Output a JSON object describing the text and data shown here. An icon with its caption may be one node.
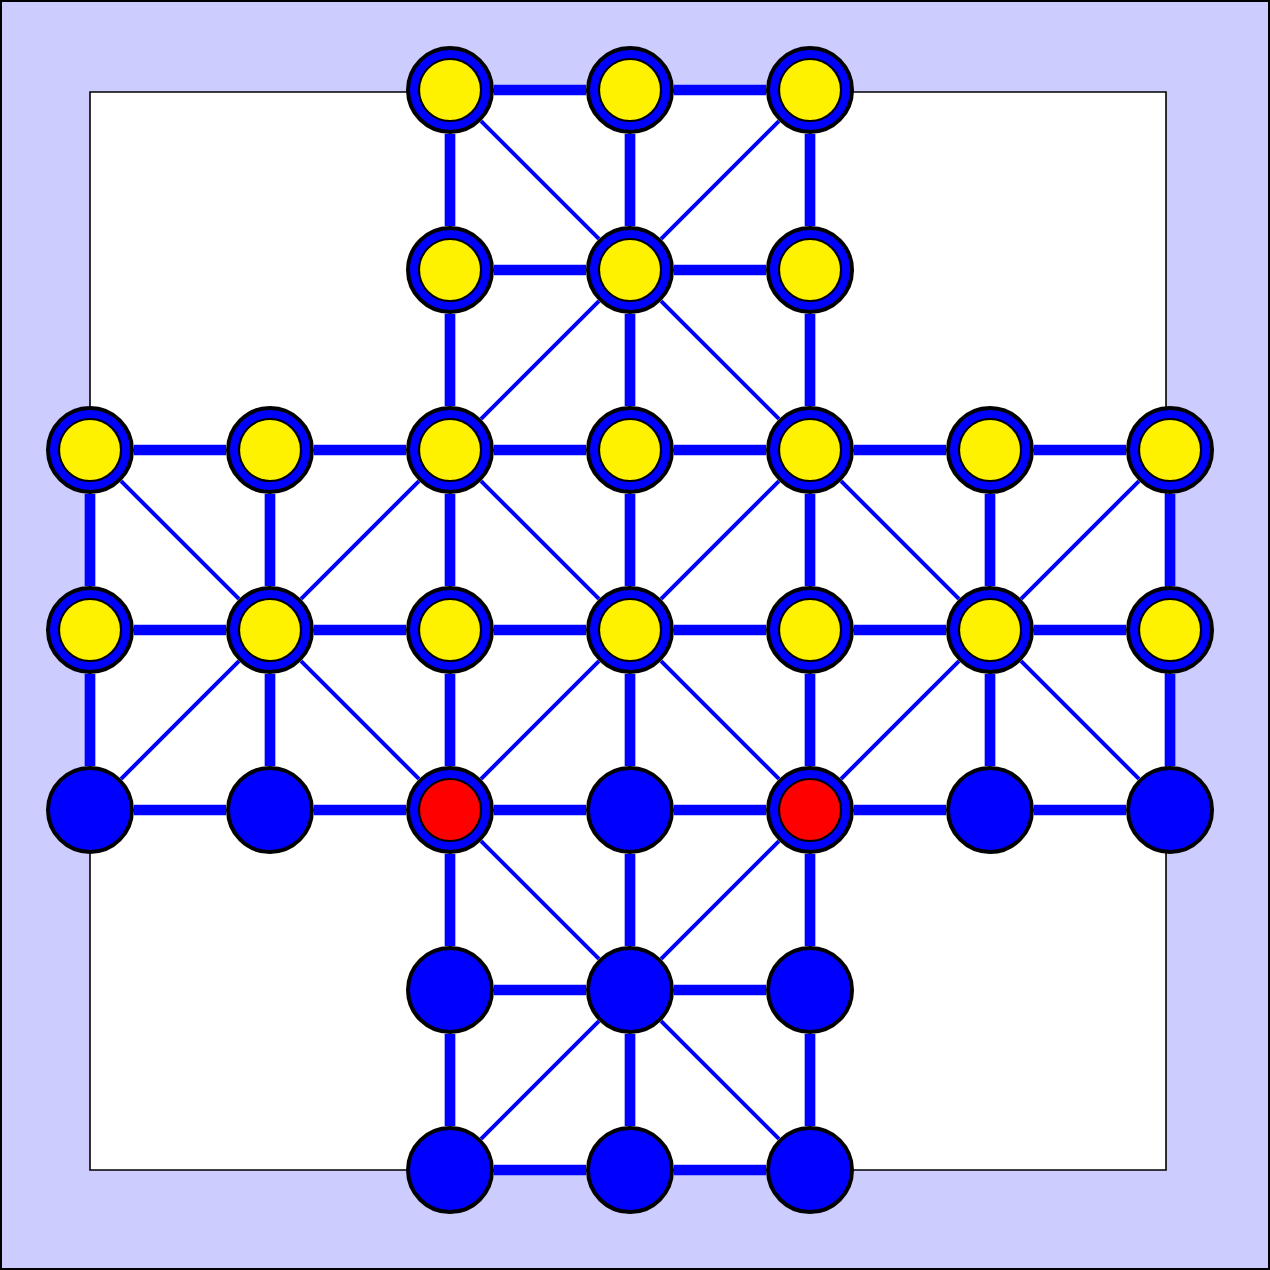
{
  "diagram": {
    "nodes": [
      {
        "text": [],
        "shape": "circle"
      },
      {
        "text": [],
        "shape": "circle"
      },
      {
        "text": [],
        "shape": "circle"
      },
      {
        "text": [],
        "shape": "circle"
      },
      {
        "text": [],
        "shape": "circle"
      },
      {
        "text": [],
        "shape": "circle"
      },
      {
        "text": [],
        "shape": "circle"
      },
      {
        "text": [],
        "shape": "circle"
      },
      {
        "text": [],
        "shape": "circle"
      },
      {
        "text": [],
        "shape": "circle"
      },
      {
        "text": [],
        "shape": "circle"
      },
      {
        "text": [],
        "shape": "circle"
      },
      {
        "text": [],
        "shape": "circle"
      },
      {
        "text": [],
        "shape": "circle"
      },
      {
        "text": [],
        "shape": "circle"
      },
      {
        "text": [],
        "shape": "circle"
      },
      {
        "text": [],
        "shape": "circle"
      },
      {
        "text": [],
        "shape": "circle"
      },
      {
        "text": [],
        "shape": "circle"
      },
      {
        "text": [],
        "shape": "circle"
      },
      {
        "text": [],
        "shape": "circle"
      },
      {
        "text": [],
        "shape": "circle"
      },
      {
        "text": [],
        "shape": "circle"
      },
      {
        "text": [],
        "shape": "circle"
      },
      {
        "text": [],
        "shape": "circle"
      },
      {
        "text": [],
        "shape": "circle"
      },
      {
        "text": [],
        "shape": "circle"
      },
      {
        "text": [],
        "shape": "circle"
      },
      {
        "text": [],
        "shape": "circle"
      },
      {
        "text": [],
        "shape": "circle"
      },
      {
        "text": [],
        "shape": "circle"
      },
      {
        "text": [],
        "shape": "circle"
      },
      {
        "text": [],
        "shape": "circle"
      }
    ],
    "edges": [
      {
        "from": 0,
        "to": 1,
        "arrow": "none"
      },
      {
        "from": 1,
        "to": 2,
        "arrow": "none"
      },
      {
        "from": 3,
        "to": 4,
        "arrow": "none"
      },
      {
        "from": 4,
        "to": 5,
        "arrow": "none"
      },
      {
        "from": 6,
        "to": 7,
        "arrow": "none"
      },
      {
        "from": 7,
        "to": 8,
        "arrow": "none"
      },
      {
        "from": 8,
        "to": 9,
        "arrow": "none"
      },
      {
        "from": 9,
        "to": 10,
        "arrow": "none"
      },
      {
        "from": 10,
        "to": 11,
        "arrow": "none"
      },
      {
        "from": 11,
        "to": 12,
        "arrow": "none"
      },
      {
        "from": 13,
        "to": 14,
        "arrow": "none"
      },
      {
        "from": 14,
        "to": 15,
        "arrow": "none"
      },
      {
        "from": 15,
        "to": 16,
        "arrow": "none"
      },
      {
        "from": 16,
        "to": 17,
        "arrow": "none"
      },
      {
        "from": 17,
        "to": 18,
        "arrow": "none"
      },
      {
        "from": 18,
        "to": 19,
        "arrow": "none"
      },
      {
        "from": 20,
        "to": 21,
        "arrow": "none"
      },
      {
        "from": 21,
        "to": 22,
        "arrow": "none"
      },
      {
        "from": 22,
        "to": 23,
        "arrow": "none"
      },
      {
        "from": 23,
        "to": 24,
        "arrow": "none"
      },
      {
        "from": 24,
        "to": 25,
        "arrow": "none"
      },
      {
        "from": 25,
        "to": 26,
        "arrow": "none"
      },
      {
        "from": 27,
        "to": 28,
        "arrow": "none"
      },
      {
        "from": 28,
        "to": 29,
        "arrow": "none"
      },
      {
        "from": 30,
        "to": 31,
        "arrow": "none"
      },
      {
        "from": 31,
        "to": 32,
        "arrow": "none"
      },
      {
        "from": 0,
        "to": 3,
        "arrow": "none"
      },
      {
        "from": 1,
        "to": 4,
        "arrow": "none"
      },
      {
        "from": 2,
        "to": 5,
        "arrow": "none"
      },
      {
        "from": 3,
        "to": 8,
        "arrow": "none"
      },
      {
        "from": 4,
        "to": 9,
        "arrow": "none"
      },
      {
        "from": 5,
        "to": 10,
        "arrow": "none"
      },
      {
        "from": 6,
        "to": 13,
        "arrow": "none"
      },
      {
        "from": 7,
        "to": 14,
        "arrow": "none"
      },
      {
        "from": 8,
        "to": 15,
        "arrow": "none"
      },
      {
        "from": 9,
        "to": 16,
        "arrow": "none"
      },
      {
        "from": 10,
        "to": 17,
        "arrow": "none"
      },
      {
        "from": 11,
        "to": 18,
        "arrow": "none"
      },
      {
        "from": 12,
        "to": 19,
        "arrow": "none"
      },
      {
        "from": 13,
        "to": 20,
        "arrow": "none"
      },
      {
        "from": 14,
        "to": 21,
        "arrow": "none"
      },
      {
        "from": 15,
        "to": 22,
        "arrow": "none"
      },
      {
        "from": 16,
        "to": 23,
        "arrow": "none"
      },
      {
        "from": 17,
        "to": 24,
        "arrow": "none"
      },
      {
        "from": 18,
        "to": 25,
        "arrow": "none"
      },
      {
        "from": 19,
        "to": 26,
        "arrow": "none"
      },
      {
        "from": 22,
        "to": 27,
        "arrow": "none"
      },
      {
        "from": 23,
        "to": 28,
        "arrow": "none"
      },
      {
        "from": 24,
        "to": 29,
        "arrow": "none"
      },
      {
        "from": 27,
        "to": 30,
        "arrow": "none"
      },
      {
        "from": 28,
        "to": 31,
        "arrow": "none"
      },
      {
        "from": 29,
        "to": 32,
        "arrow": "none"
      },
      {
        "from": 0,
        "to": 4,
        "arrow": "none"
      },
      {
        "from": 2,
        "to": 4,
        "arrow": "none"
      },
      {
        "from": 4,
        "to": 8,
        "arrow": "none"
      },
      {
        "from": 4,
        "to": 10,
        "arrow": "none"
      },
      {
        "from": 6,
        "to": 14,
        "arrow": "none"
      },
      {
        "from": 8,
        "to": 14,
        "arrow": "none"
      },
      {
        "from": 8,
        "to": 16,
        "arrow": "none"
      },
      {
        "from": 10,
        "to": 16,
        "arrow": "none"
      },
      {
        "from": 10,
        "to": 18,
        "arrow": "none"
      },
      {
        "from": 12,
        "to": 18,
        "arrow": "none"
      },
      {
        "from": 14,
        "to": 20,
        "arrow": "none"
      },
      {
        "from": 14,
        "to": 22,
        "arrow": "none"
      },
      {
        "from": 16,
        "to": 22,
        "arrow": "none"
      },
      {
        "from": 16,
        "to": 24,
        "arrow": "none"
      },
      {
        "from": 18,
        "to": 24,
        "arrow": "none"
      },
      {
        "from": 18,
        "to": 26,
        "arrow": "none"
      },
      {
        "from": 22,
        "to": 28,
        "arrow": "none"
      },
      {
        "from": 24,
        "to": 28,
        "arrow": "none"
      },
      {
        "from": 28,
        "to": 30,
        "arrow": "none"
      },
      {
        "from": 28,
        "to": 32,
        "arrow": "none"
      }
    ]
  }
}
